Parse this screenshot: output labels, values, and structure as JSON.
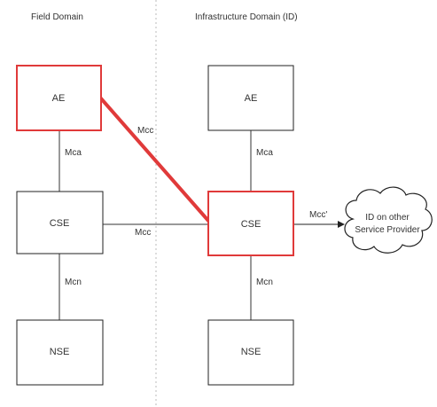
{
  "domains": {
    "field": "Field Domain",
    "infrastructure": "Infrastructure Domain (ID)"
  },
  "nodes": {
    "field_ae": "AE",
    "field_cse": "CSE",
    "field_nse": "NSE",
    "infra_ae": "AE",
    "infra_cse": "CSE",
    "infra_nse": "NSE",
    "cloud_line1": "ID on other",
    "cloud_line2": "Service Provider"
  },
  "links": {
    "field_mca": "Mca",
    "field_mcn": "Mcn",
    "infra_mca": "Mca",
    "infra_mcn": "Mcn",
    "cse_mcc": "Mcc",
    "ae_mcc": "Mcc",
    "external_mcc": "Mcc'"
  },
  "colors": {
    "highlight": "#e03a3a",
    "box_border": "#222222",
    "divider": "#bbbbbb"
  }
}
